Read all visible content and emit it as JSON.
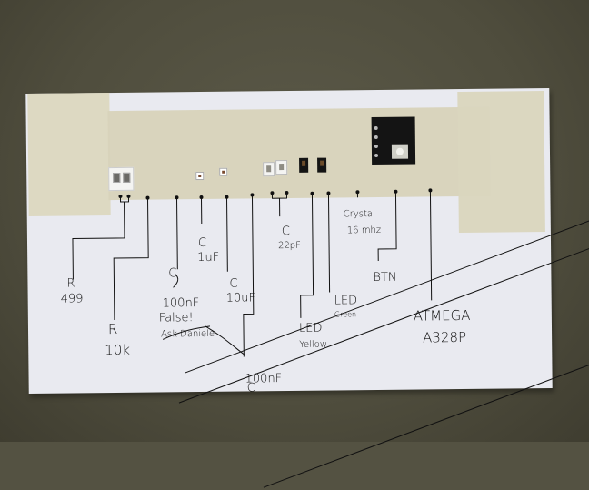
{
  "scene": {
    "description": "Handwritten component reference card with SMD parts taped to white card on olive-grey wall",
    "colors": {
      "wall": "#545242",
      "card": "#e9eaf0",
      "tape": "#d7d2ba",
      "ink": "#111111"
    }
  },
  "labels": {
    "r499": {
      "kind": "R",
      "value": "499"
    },
    "r10k": {
      "kind": "R",
      "value": "10k"
    },
    "c100nf_crossed": {
      "kind": "C",
      "value": "100nF"
    },
    "note_false": "False!",
    "note_ask": "Ask Daniele",
    "c1uf": {
      "kind": "C",
      "value": "1uF"
    },
    "c10uf": {
      "kind": "C",
      "value": "10uF"
    },
    "c100nf_bottom": {
      "kind": "C",
      "value": "100nF"
    },
    "c22pf": {
      "kind": "C",
      "value": "22pF"
    },
    "led_yellow": {
      "kind": "LED",
      "value": "Yellow"
    },
    "led_green": {
      "kind": "LED",
      "value": "Green"
    },
    "crystal": {
      "kind": "Crystal",
      "value": "16 mhz"
    },
    "btn": {
      "kind": "BTN"
    },
    "mcu": {
      "kind": "ATMEGA",
      "value": "A328P"
    }
  }
}
